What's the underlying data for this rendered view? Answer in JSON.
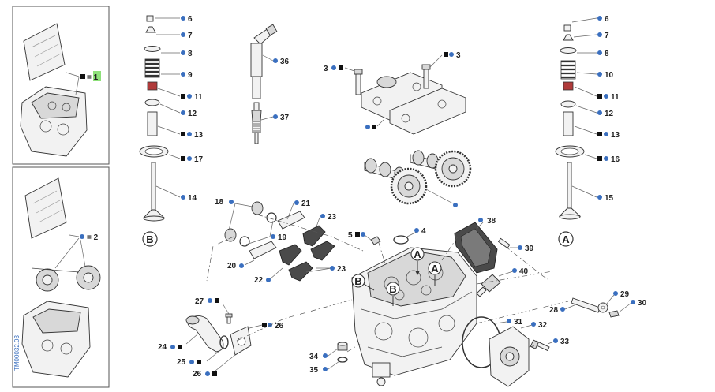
{
  "sidebar": {
    "top_eq": "= 1",
    "bottom_eq": "= 2",
    "doc_code": "TM00032.03"
  },
  "colors": {
    "marker_dot": "#3a6fbf",
    "marker_square": "#111111",
    "highlight": "#8ee07a",
    "gasket_red": "#b03a3a"
  },
  "callouts": {
    "c6l": "6",
    "c7l": "7",
    "c8l": "8",
    "c9": "9",
    "c11l": "11",
    "c12": "12",
    "c13l": "13",
    "c17": "17",
    "c14": "14",
    "c36": "36",
    "c37": "37",
    "c3a": "3",
    "c3b": "3",
    "c6r": "6",
    "c7r": "7",
    "c8r": "8",
    "c10": "10",
    "c11r": "11",
    "c13r": "13",
    "c16": "16",
    "c15": "15",
    "c18": "18",
    "c21": "21",
    "c23a": "23",
    "c19": "19",
    "c20": "20",
    "c22": "22",
    "c23b": "23",
    "c5": "5",
    "c4": "4",
    "c38": "38",
    "c39": "39",
    "c40": "40",
    "c27": "27",
    "c26a": "26",
    "c24": "24",
    "c25": "25",
    "c26b": "26",
    "c28": "28",
    "c29": "29",
    "c30": "30",
    "c31": "31",
    "c32": "32",
    "c33": "33",
    "c34": "34",
    "c35": "35"
  },
  "circle_letters": {
    "b_left": "B",
    "a_right": "A",
    "a1": "A",
    "a2": "A",
    "b1": "B",
    "b2": "B"
  }
}
